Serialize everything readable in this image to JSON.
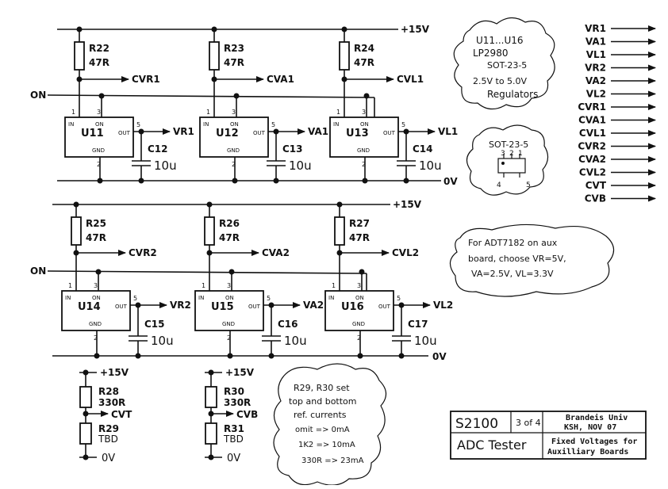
{
  "rails": {
    "top_plus": "+15V",
    "top_zero": "0V",
    "bottom_plus": "+15V",
    "bottom_zero": "0V",
    "on_top": "ON",
    "on_bottom": "ON"
  },
  "pins": {
    "in": "IN",
    "on": "ON",
    "out": "OUT",
    "gnd": "GND",
    "p1": "1",
    "p2": "2",
    "p3": "3",
    "p5": "5"
  },
  "row1": [
    {
      "res": "R22",
      "rval": "47R",
      "cv": "CVR1",
      "reg": "U11",
      "out": "VR1",
      "cap": "C12",
      "cval": "10u"
    },
    {
      "res": "R23",
      "rval": "47R",
      "cv": "CVA1",
      "reg": "U12",
      "out": "VA1",
      "cap": "C13",
      "cval": "10u"
    },
    {
      "res": "R24",
      "rval": "47R",
      "cv": "CVL1",
      "reg": "U13",
      "out": "VL1",
      "cap": "C14",
      "cval": "10u"
    }
  ],
  "row2": [
    {
      "res": "R25",
      "rval": "47R",
      "cv": "CVR2",
      "reg": "U14",
      "out": "VR2",
      "cap": "C15",
      "cval": "10u"
    },
    {
      "res": "R26",
      "rval": "47R",
      "cv": "CVA2",
      "reg": "U15",
      "out": "VA2",
      "cap": "C16",
      "cval": "10u"
    },
    {
      "res": "R27",
      "rval": "47R",
      "cv": "CVL2",
      "reg": "U16",
      "out": "VL2",
      "cap": "C17",
      "cval": "10u"
    }
  ],
  "dividers": [
    {
      "supply": "+15V",
      "r_top": "R28",
      "r_top_val": "330R",
      "tap": "CVT",
      "r_bot": "R29",
      "r_bot_val": "TBD",
      "ground": "0V"
    },
    {
      "supply": "+15V",
      "r_top": "R30",
      "r_top_val": "330R",
      "tap": "CVB",
      "r_bot": "R31",
      "r_bot_val": "TBD",
      "ground": "0V"
    }
  ],
  "note_regulators": [
    "U11...U16",
    "LP2980",
    "SOT-23-5",
    "2.5V to 5.0V",
    "Regulators"
  ],
  "note_package": {
    "title": "SOT-23-5",
    "pin_labels": [
      "3",
      "2",
      "1",
      "4",
      "5"
    ]
  },
  "note_adt": [
    "For ADT7182 on aux",
    "board, choose VR=5V,",
    "VA=2.5V, VL=3.3V"
  ],
  "note_currents": [
    "R29, R30 set",
    "top and bottom",
    "ref. currents",
    "omit => 0mA",
    "1K2 => 10mA",
    "330R => 23mA"
  ],
  "outputs": [
    "VR1",
    "VA1",
    "VL1",
    "VR2",
    "VA2",
    "VL2",
    "CVR1",
    "CVA1",
    "CVL1",
    "CVR2",
    "CVA2",
    "CVL2",
    "CVT",
    "CVB"
  ],
  "title_block": {
    "id": "S2100",
    "sheet": "3 of 4",
    "org": "Brandeis Univ",
    "author": "KSH, NOV 07",
    "project": "ADC Tester",
    "desc1": "Fixed Voltages for",
    "desc2": "Auxilliary Boards"
  }
}
